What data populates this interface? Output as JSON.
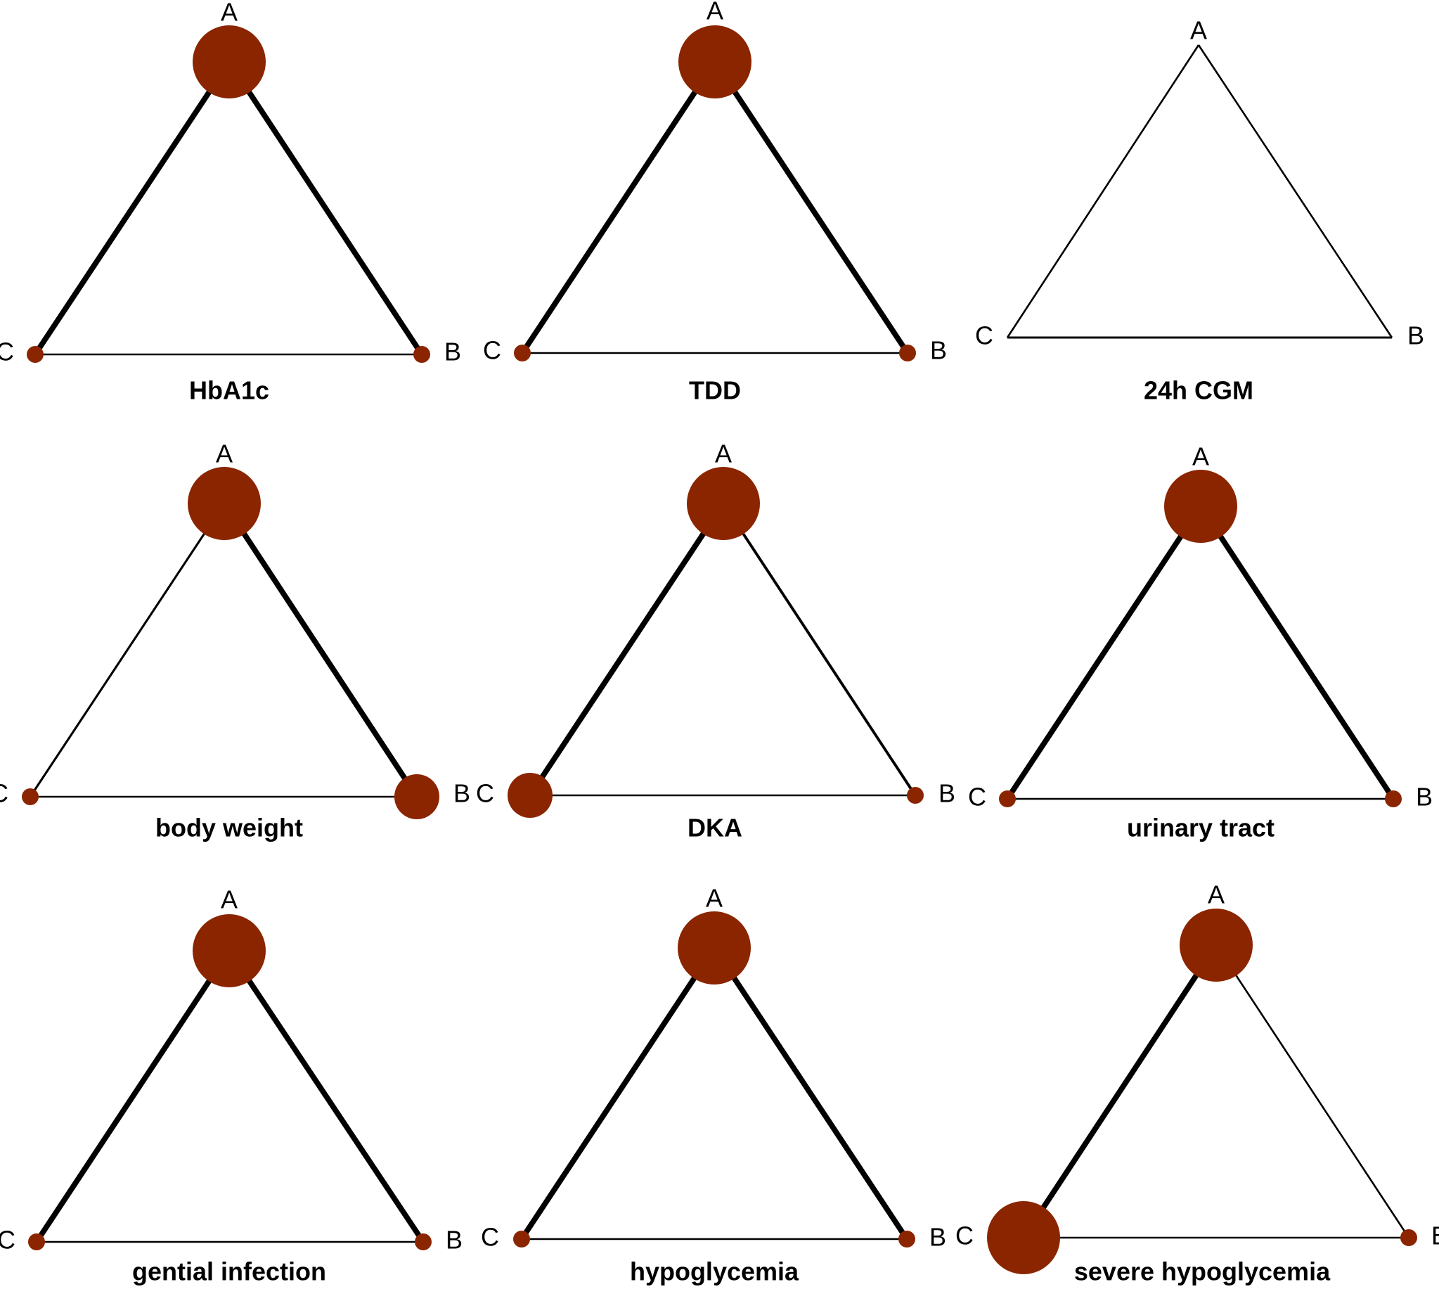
{
  "colors": {
    "node_fill": "#8B2500",
    "edge": "#000000",
    "background": "#ffffff"
  },
  "panels": [
    {
      "title": "HbA1c",
      "labels": {
        "A": "A",
        "B": "B",
        "C": "C"
      },
      "node_size": {
        "A": 4,
        "B": 1,
        "C": 1
      },
      "edge_weight": {
        "AB": 3,
        "AC": 3,
        "BC": 1
      }
    },
    {
      "title": "TDD",
      "labels": {
        "A": "A",
        "B": "B",
        "C": "C"
      },
      "node_size": {
        "A": 4,
        "B": 1,
        "C": 1
      },
      "edge_weight": {
        "AB": 3,
        "AC": 3,
        "BC": 1
      }
    },
    {
      "title": "24h CGM",
      "labels": {
        "A": "A",
        "B": "B",
        "C": "C"
      },
      "node_size": {
        "A": 0,
        "B": 0,
        "C": 0
      },
      "edge_weight": {
        "AB": 1,
        "AC": 1,
        "BC": 1.2
      }
    },
    {
      "title": "body weight",
      "labels": {
        "A": "A",
        "B": "B",
        "C": "C"
      },
      "node_size": {
        "A": 4,
        "B": 2.5,
        "C": 1
      },
      "edge_weight": {
        "AB": 3,
        "AC": 1.2,
        "BC": 1
      }
    },
    {
      "title": "DKA",
      "labels": {
        "A": "A",
        "B": "B",
        "C": "C"
      },
      "node_size": {
        "A": 4,
        "B": 1,
        "C": 2.5
      },
      "edge_weight": {
        "AB": 1.5,
        "AC": 3,
        "BC": 1
      }
    },
    {
      "title": "urinary tract",
      "labels": {
        "A": "A",
        "B": "B",
        "C": "C"
      },
      "node_size": {
        "A": 4,
        "B": 1,
        "C": 1
      },
      "edge_weight": {
        "AB": 3,
        "AC": 3,
        "BC": 1
      }
    },
    {
      "title": "gential infection",
      "labels": {
        "A": "A",
        "B": "B",
        "C": "C"
      },
      "node_size": {
        "A": 4,
        "B": 1,
        "C": 1
      },
      "edge_weight": {
        "AB": 3,
        "AC": 3,
        "BC": 1
      }
    },
    {
      "title": "hypoglycemia",
      "labels": {
        "A": "A",
        "B": "B",
        "C": "C"
      },
      "node_size": {
        "A": 4,
        "B": 1,
        "C": 1
      },
      "edge_weight": {
        "AB": 3,
        "AC": 3,
        "BC": 1
      }
    },
    {
      "title": "severe hypoglycemia",
      "labels": {
        "A": "A",
        "B": "B",
        "C": "C"
      },
      "node_size": {
        "A": 4,
        "B": 1,
        "C": 4
      },
      "edge_weight": {
        "AB": 1,
        "AC": 3,
        "BC": 1
      }
    }
  ]
}
